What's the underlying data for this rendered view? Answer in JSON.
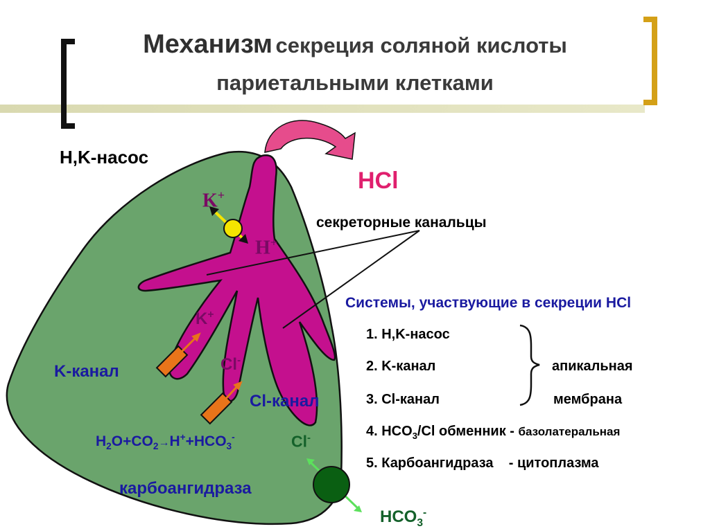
{
  "title": {
    "part1": "Механизм",
    "part2": "секреция соляной кислоты",
    "line2": "париетальными клетками"
  },
  "labels": {
    "hk_pump": "H,K-насос",
    "hcl": "HCl",
    "canaliculi": "секреторные канальцы",
    "k_plus_top": "K",
    "h_plus": "H",
    "k_plus_mid": "K",
    "cl_minus_mid": "Cl",
    "k_channel": "K-канал",
    "cl_channel": "Cl-канал",
    "reaction_h2o": "H",
    "reaction_2": "2",
    "reaction_o_co": "O+CO",
    "reaction_2b": "2",
    "reaction_h": "H",
    "reaction_hco": "+HCO",
    "reaction_3": "3",
    "cl_minus_bottom": "Cl",
    "carbonic_anhydrase": "карбоангидраза",
    "hco3_out": "HCO",
    "hco3_out_sub": "3",
    "plus": "+",
    "minus": "-"
  },
  "systems": {
    "heading": "Системы, участвующие в секреции HCl",
    "items": [
      "1. H,K-насос",
      "2. K-канал",
      "3. Cl-канал",
      "4. HCO",
      "5. Карбоангидраза"
    ],
    "item4_sub": "3",
    "item4_rest": "/Cl обменник -",
    "item4_location": "базолатеральная",
    "item5_location": "- цитоплазма",
    "apical_1": "апикальная",
    "apical_2": "мембрана"
  },
  "colors": {
    "cell": "#6aa46c",
    "canal": "#c4108e",
    "arrow": "#e64c8c",
    "pump": "#f5e400",
    "channel": "#e8741a",
    "exchanger": "#0a5f12",
    "bracket_left": "#111111",
    "bracket_right": "#d4a017"
  }
}
